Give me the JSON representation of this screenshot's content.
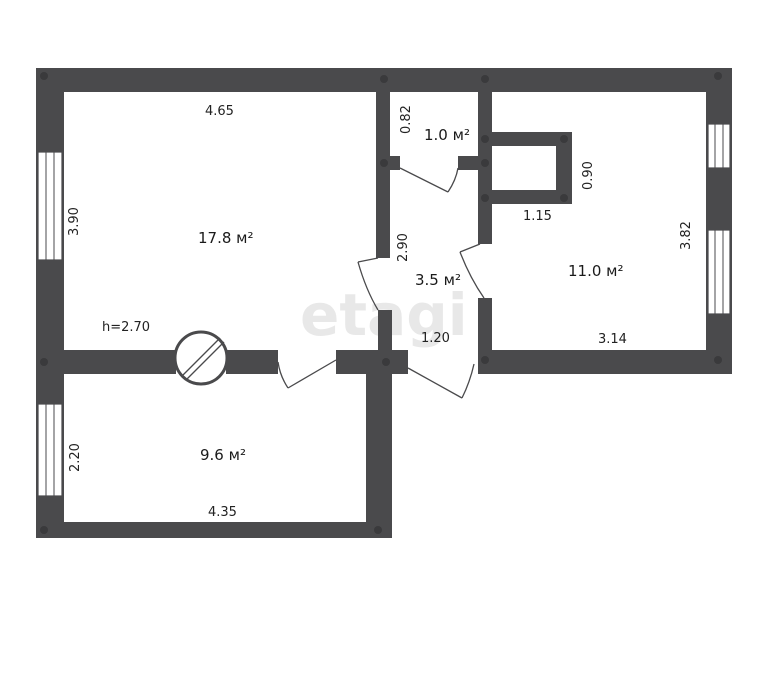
{
  "watermark": "etagi",
  "rooms": {
    "living": {
      "area": "17.8 м²",
      "width": "4.65",
      "height": "3.90",
      "ceiling": "h=2.70"
    },
    "bedroom": {
      "area": "9.6 м²",
      "width": "4.35",
      "height": "2.20"
    },
    "bathroom": {
      "area": "1.0 м²",
      "depth": "0.82"
    },
    "hall": {
      "area": "3.5 м²",
      "length": "2.90",
      "width": "1.20"
    },
    "kitchen": {
      "area": "11.0 м²",
      "width": "3.14",
      "height": "3.82"
    },
    "shaft": {
      "width": "1.15",
      "height": "0.90"
    }
  }
}
